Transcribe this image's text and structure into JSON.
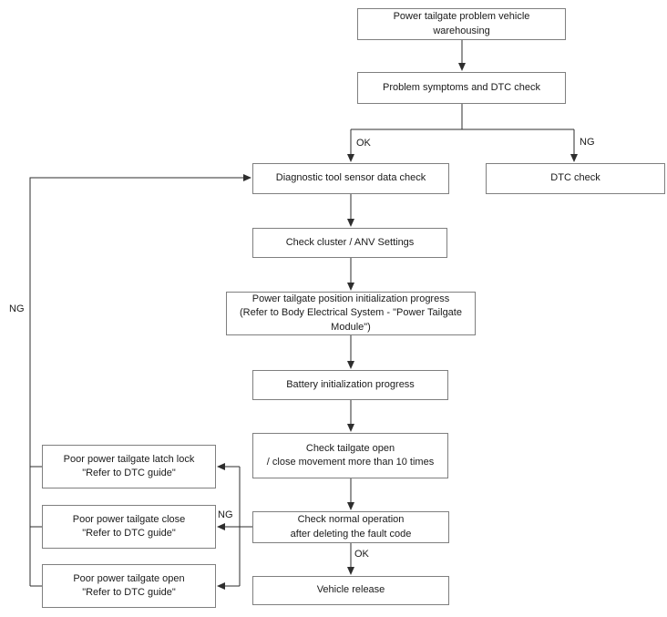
{
  "nodes": {
    "warehousing": "Power tailgate problem vehicle warehousing",
    "symptoms": "Problem symptoms and DTC check",
    "diagnostic": "Diagnostic tool sensor data check",
    "dtc_check": "DTC check",
    "cluster": "Check cluster / ANV Settings",
    "position_init": "Power tailgate position initialization progress\n(Refer to Body Electrical System - \"Power Tailgate Module\")",
    "battery_init": "Battery initialization progress",
    "movement_check": "Check tailgate open\n/ close movement more than 10 times",
    "normal_operation": "Check normal operation\nafter deleting the fault code",
    "vehicle_release": "Vehicle release",
    "latch_lock": "Poor power tailgate latch lock\n\"Refer to DTC guide\"",
    "close_fault": "Poor power tailgate close\n\"Refer to DTC guide\"",
    "open_fault": "Poor power tailgate open\n\"Refer to DTC guide\""
  },
  "edge_labels": {
    "ok_top": "OK",
    "ng_top": "NG",
    "ng_loop": "NG",
    "ng_bottom": "NG",
    "ok_bottom": "OK"
  },
  "colors": {
    "line": "#2e2e2e",
    "box_border": "#7f7f7f",
    "text": "#1a1a1a",
    "background": "#ffffff"
  }
}
